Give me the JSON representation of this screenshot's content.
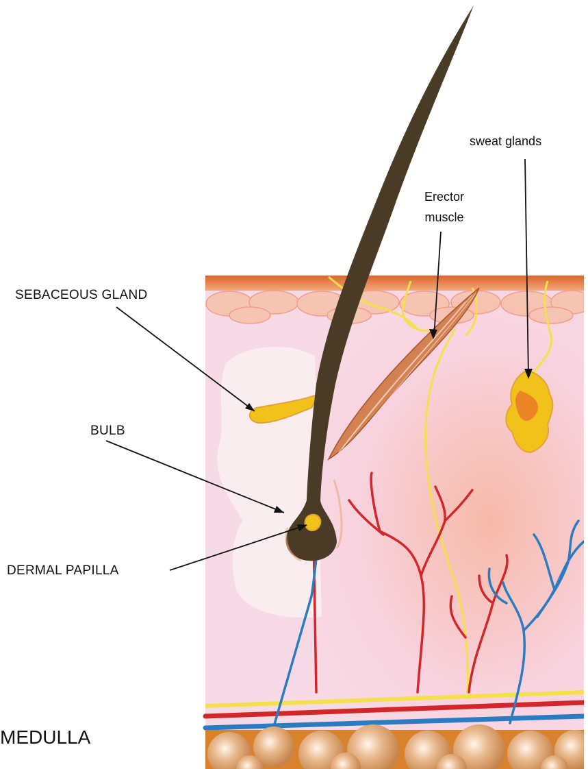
{
  "labels": {
    "sebaceous_gland": "SEBACEOUS GLAND",
    "bulb": "BULB",
    "dermal_papilla": "DERMAL PAPILLA",
    "erector_muscle_line1": "Erector",
    "erector_muscle_line2": "muscle",
    "sweat_glands": "sweat glands",
    "medulla": "MEDULLA"
  },
  "colors": {
    "hair": "#4a3b26",
    "epidermis": "#e07a3a",
    "dermis": "#f8d6e0",
    "fat": "#d9822b",
    "artery": "#d2262b",
    "vein": "#2a7bc0",
    "nerve": "#f3e04a",
    "gland": "#f0c21a"
  }
}
